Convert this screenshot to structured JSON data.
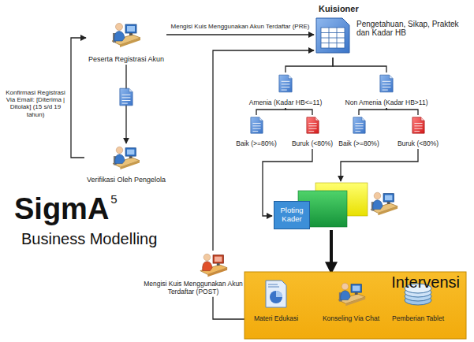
{
  "diagram": {
    "nodes": [
      {
        "text": [
          "Peserta Registrasi Akun"
        ]
      },
      {
        "text": [
          "Kuisioner",
          "Pengetahuan, Sikap, Praktek dan Kadar HB"
        ]
      },
      {
        "text": [
          "Verifikasi Oleh Pengelola"
        ]
      },
      {
        "text": [
          "Amenia (Kadar HB<=11)"
        ]
      },
      {
        "text": [
          "Non Amenia (Kadar HB>11)"
        ]
      },
      {
        "text": [
          "Baik (>=80%)"
        ]
      },
      {
        "text": [
          "Buruk (<80%)"
        ]
      },
      {
        "text": [
          "Baik (>=80%)"
        ]
      },
      {
        "text": [
          "Buruk (<80%)"
        ]
      },
      {
        "text": [
          "Ploting Kader"
        ]
      },
      {
        "text": [
          "Mengisi Kuis Menggunakan Akun Terdaftar (POST)"
        ]
      },
      {
        "text": [
          "Intervensi"
        ]
      },
      {
        "text": [
          "Materi Edukasi"
        ],
        "in": 11
      },
      {
        "text": [
          "Konseling Via Chat"
        ],
        "in": 11
      },
      {
        "text": [
          "Pemberian Tablet"
        ],
        "in": 11
      }
    ],
    "edges": [
      {
        "from": 0,
        "to": 1,
        "label": "Mengisi Kuis Menggunakan Akun Terdaftar (PRE)",
        "arrow": "to"
      },
      {
        "from": 0,
        "to": 2,
        "arrow": "to"
      },
      {
        "from": 2,
        "to": 0,
        "label": "Konfirmasi Registrasi Via Email: [Diterima | Ditolak] (15 s/d 19 tahun)",
        "arrow": "to"
      },
      {
        "from": 1,
        "to": 3,
        "arrow": "none"
      },
      {
        "from": 1,
        "to": 4,
        "arrow": "none"
      },
      {
        "from": 3,
        "to": 5,
        "arrow": "none"
      },
      {
        "from": 3,
        "to": 6,
        "arrow": "none"
      },
      {
        "from": 4,
        "to": 7,
        "arrow": "none"
      },
      {
        "from": 4,
        "to": 8,
        "arrow": "none"
      },
      {
        "from": 6,
        "to": 9,
        "arrow": "to"
      },
      {
        "from": 8,
        "to": 9,
        "arrow": "to"
      },
      {
        "from": 9,
        "to": 11,
        "arrow": "to"
      },
      {
        "from": 11,
        "to": 10,
        "arrow": "none"
      },
      {
        "from": 10,
        "to": 1,
        "arrow": "to"
      }
    ],
    "labels": [
      "SigmA",
      "5",
      "Business Modelling"
    ]
  }
}
